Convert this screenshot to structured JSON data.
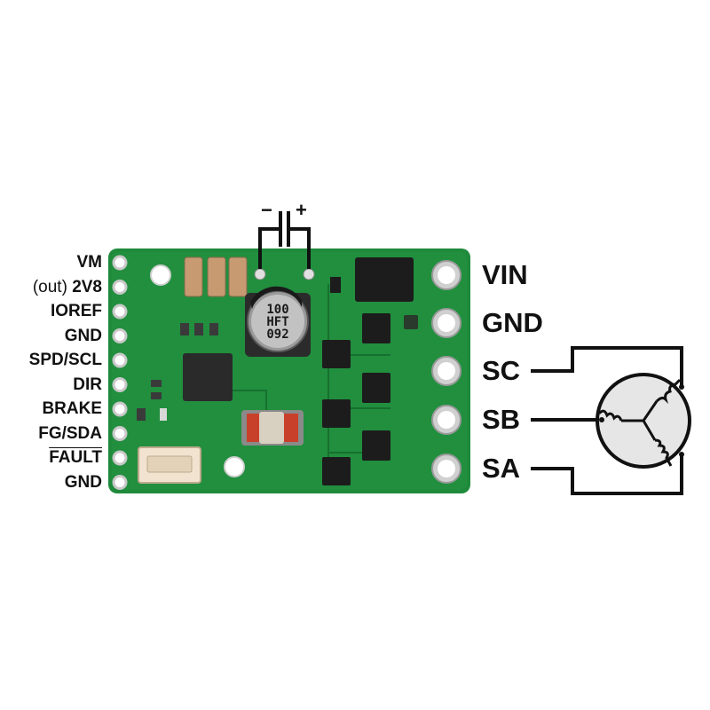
{
  "left_pins": [
    {
      "prefix": "",
      "label": "VM",
      "overline": false
    },
    {
      "prefix": "(out) ",
      "label": "2V8",
      "overline": false
    },
    {
      "prefix": "",
      "label": "IOREF",
      "overline": false
    },
    {
      "prefix": "",
      "label": "GND",
      "overline": false
    },
    {
      "prefix": "",
      "label": "SPD/SCL",
      "overline": false
    },
    {
      "prefix": "",
      "label": "DIR",
      "overline": false
    },
    {
      "prefix": "",
      "label": "BRAKE",
      "overline": false
    },
    {
      "prefix": "",
      "label": "FG/SDA",
      "overline": false
    },
    {
      "prefix": "",
      "label": "FAULT",
      "overline": true
    },
    {
      "prefix": "",
      "label": "GND",
      "overline": false
    }
  ],
  "right_terminals": [
    "VIN",
    "GND",
    "SC",
    "SB",
    "SA"
  ],
  "capacitor": {
    "minus_symbol": "−",
    "plus_symbol": "+",
    "marking": [
      "100",
      "HFT",
      "092"
    ]
  },
  "colors": {
    "pcb": "#1f8a3b",
    "pcb_dark": "#17702f",
    "wire": "#111111",
    "motor_fill": "#e6e6e6",
    "copper_pad": "#d0d0d0"
  }
}
